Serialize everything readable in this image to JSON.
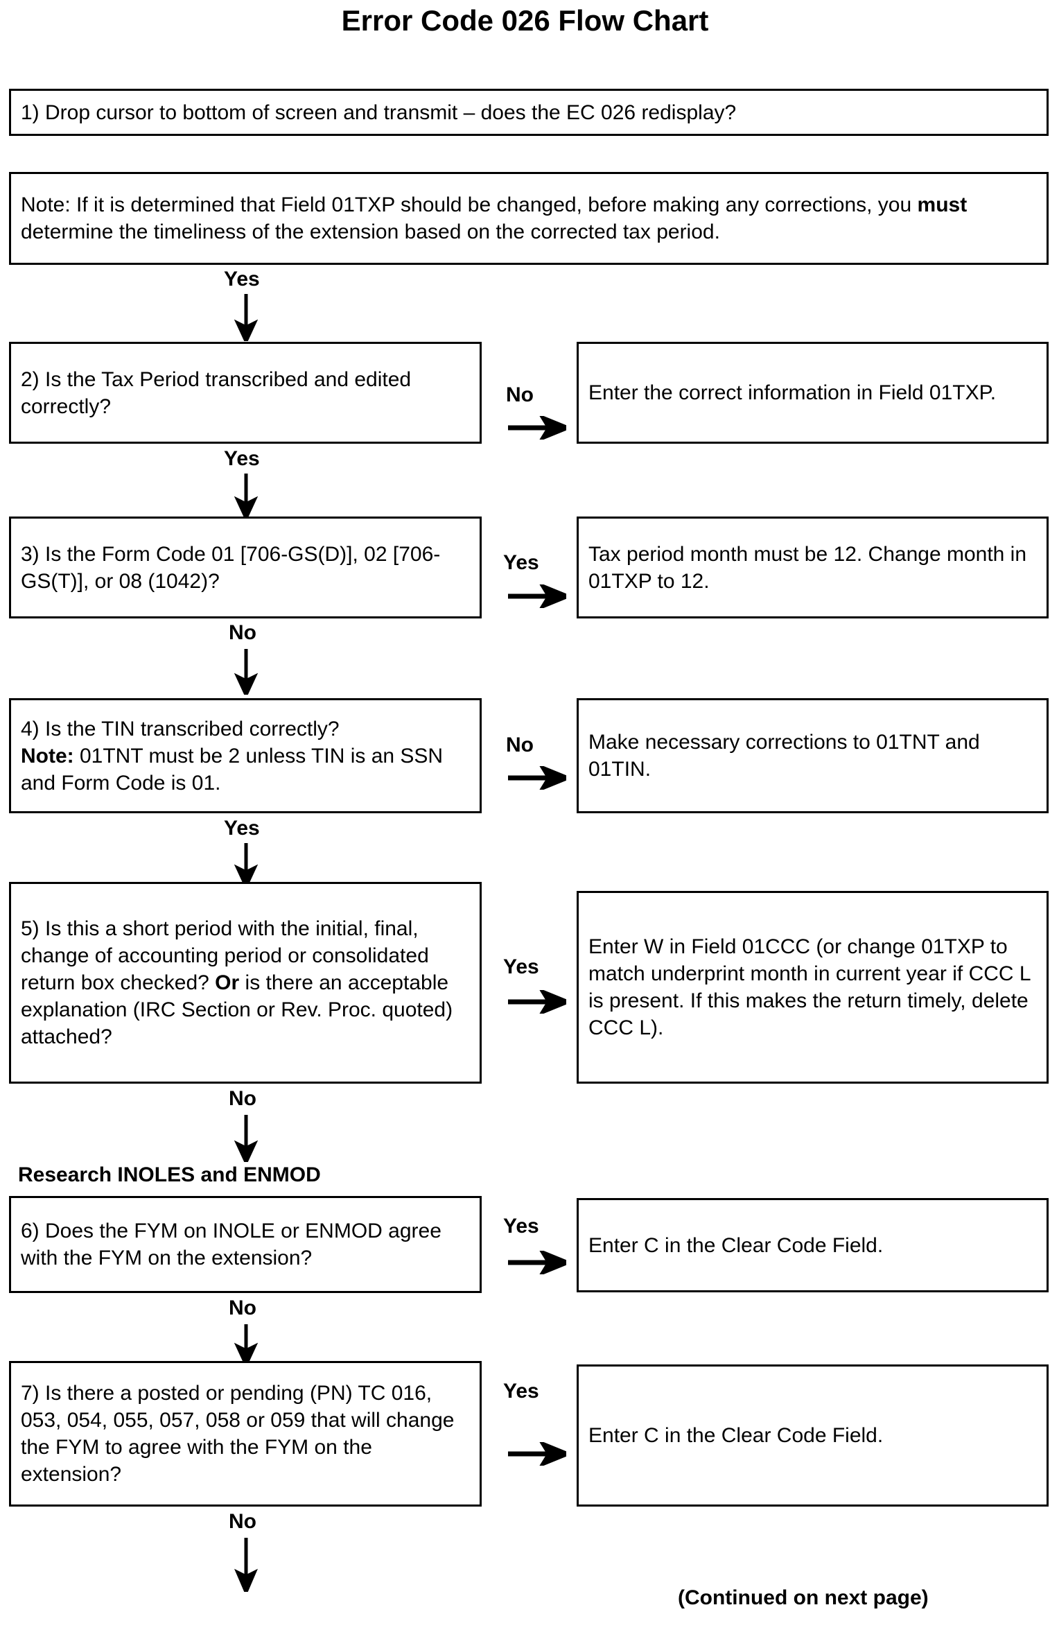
{
  "document": {
    "title": "Error Code 026 Flow Chart",
    "footer": "(Continued on next page)",
    "section_heading": "Research INOLES and ENMOD"
  },
  "steps": {
    "step1": "1) Drop cursor to bottom of screen and transmit – does the EC 026 redisplay?",
    "note": {
      "part1": "Note: If it is determined that Field 01TXP should be changed, before making any corrections, you ",
      "emphasis": "must",
      "part2": " determine the timeliness of the extension based on the corrected tax period."
    },
    "step2": "2) Is the Tax Period transcribed and edited correctly?",
    "step2_action": "Enter the correct information in Field 01TXP.",
    "step3": "3) Is the Form Code 01 [706-GS(D)], 02 [706-GS(T)], or 08 (1042)?",
    "step3_action": "Tax period month must be 12. Change month in 01TXP to 12.",
    "step4": {
      "line1": "4) Is the TIN transcribed correctly?",
      "emphasis": "Note:",
      "line2": "  01TNT must be 2 unless TIN is an SSN and Form Code is 01."
    },
    "step4_action": "Make necessary corrections to 01TNT and 01TIN.",
    "step5": {
      "part1": "5) Is this a short period with the initial, final, change of accounting period or consolidated return box checked?  ",
      "emphasis": "Or",
      "part2": " is there an acceptable explanation (IRC Section or Rev. Proc. quoted) attached?"
    },
    "step5_action": "Enter W in Field 01CCC (or change 01TXP to match underprint month in current year if CCC L is present.  If this makes the return timely, delete CCC L).",
    "step6": "6) Does the FYM on INOLE or ENMOD agree with the FYM on the extension?",
    "step6_action": "Enter C in the Clear Code Field.",
    "step7": "7) Is there a posted or pending (PN) TC 016, 053, 054, 055, 057, 058 or 059 that will change the FYM to agree with the FYM on the extension?",
    "step7_action": "Enter C in the Clear Code Field."
  },
  "edge_labels": {
    "note_to_step2": "Yes",
    "step2_no": "No",
    "step2_yes": "Yes",
    "step3_yes": "Yes",
    "step3_no": "No",
    "step4_no": "No",
    "step4_yes": "Yes",
    "step5_yes": "Yes",
    "step5_no": "No",
    "step6_yes": "Yes",
    "step6_no": "No",
    "step7_yes": "Yes",
    "step7_no": "No"
  },
  "colors": {
    "ink": "#000000",
    "paper": "#ffffff"
  }
}
